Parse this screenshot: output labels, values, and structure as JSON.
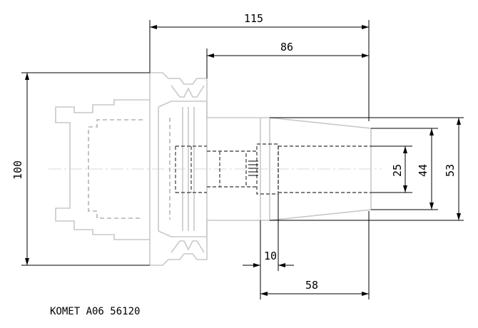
{
  "drawing": {
    "dimensions": {
      "overall_length": "115",
      "length_from_flange": "86",
      "flange_diameter": "100",
      "bore_diameter": "25",
      "nose_diameter_small": "44",
      "nose_diameter_large": "53",
      "step_width": "10",
      "clamping_length": "58"
    },
    "caption": "KOMET A06 56120",
    "colors": {
      "outline": "#c8c8c8",
      "dimension": "#000000",
      "hidden_dark": "#555555"
    }
  }
}
